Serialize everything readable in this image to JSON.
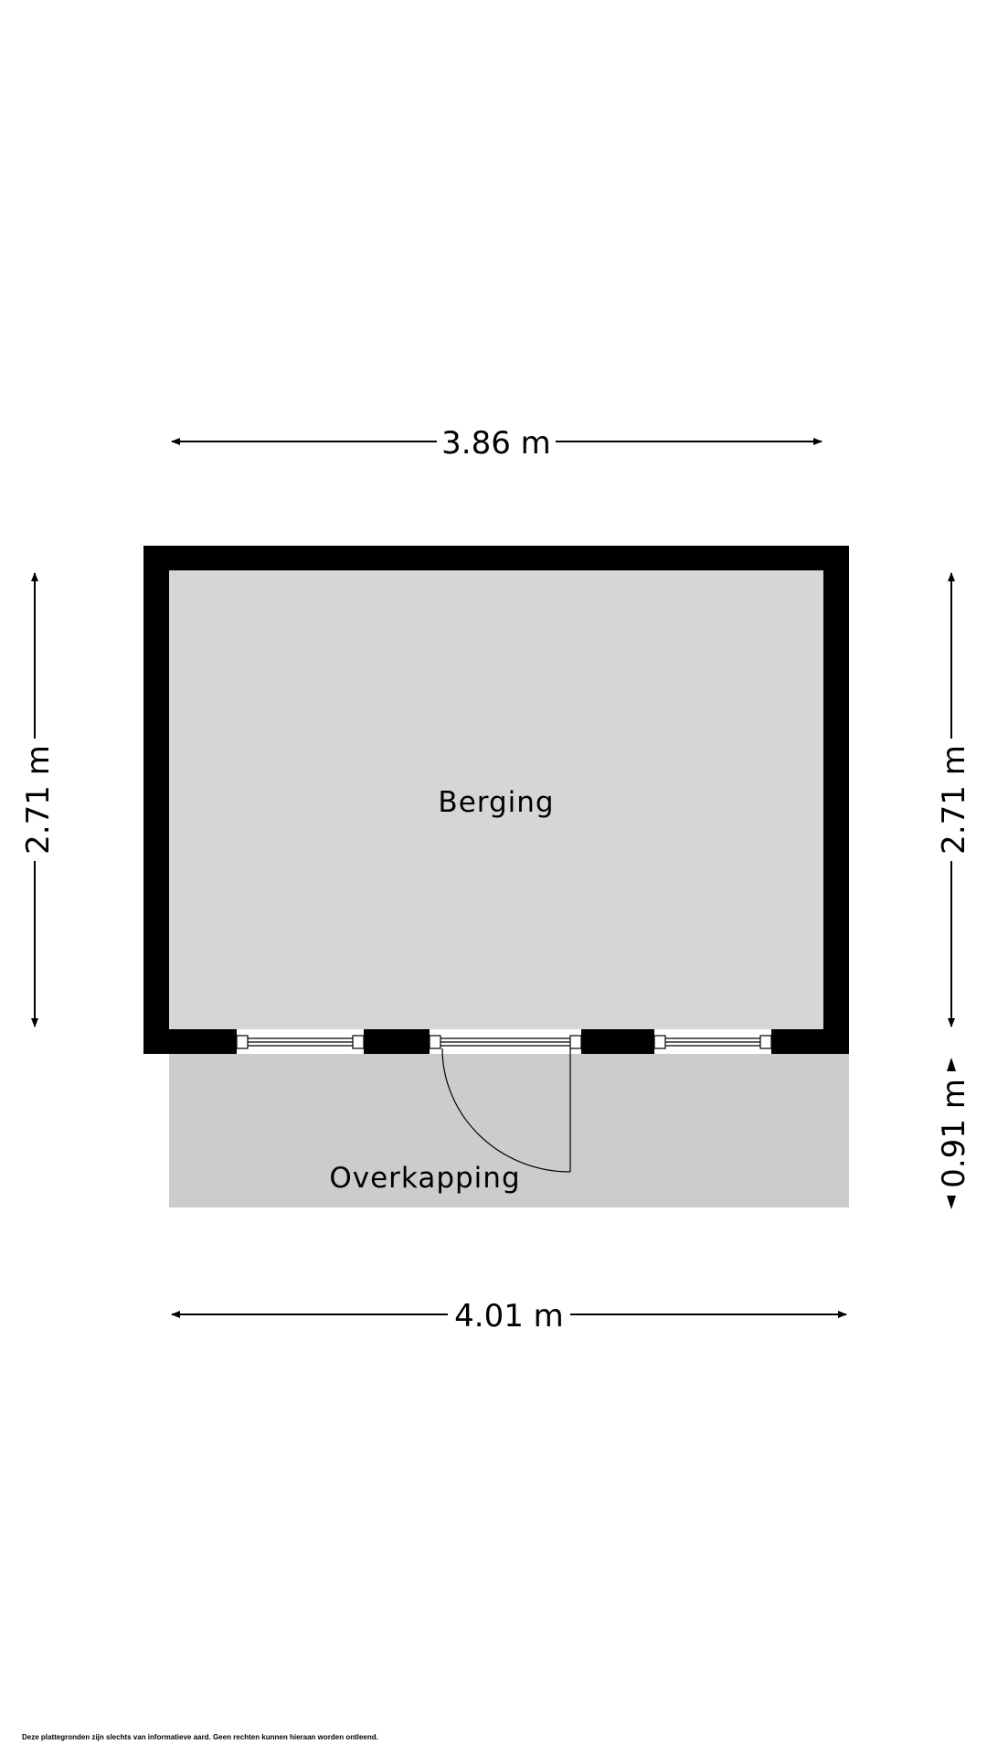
{
  "floorplan": {
    "rooms": [
      {
        "id": "berging",
        "label": "Berging"
      },
      {
        "id": "overkapping",
        "label": "Overkapping"
      }
    ],
    "dimensions": {
      "top_width": "3.86 m",
      "bottom_width": "4.01 m",
      "left_height": "2.71 m",
      "right_height": "2.71 m",
      "right_canopy_depth": "0.91 m"
    },
    "colors": {
      "wall": "#000000",
      "room_fill": "#d6d6d6",
      "canopy_fill": "#cccccc",
      "background": "#ffffff"
    }
  },
  "footer": {
    "disclaimer": "Deze plattegronden zijn slechts van informatieve aard.  Geen rechten kunnen hieraan worden ontleend."
  }
}
